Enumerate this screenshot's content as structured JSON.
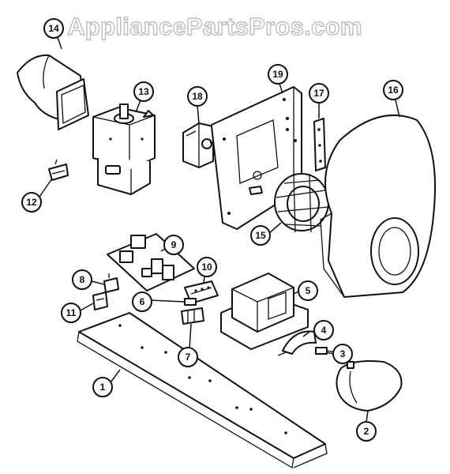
{
  "watermark": "AppliancePartsPros.com",
  "callouts": [
    {
      "id": "c1",
      "label": "1"
    },
    {
      "id": "c2",
      "label": "2"
    },
    {
      "id": "c3",
      "label": "3"
    },
    {
      "id": "c4",
      "label": "4"
    },
    {
      "id": "c5",
      "label": "5"
    },
    {
      "id": "c6",
      "label": "6"
    },
    {
      "id": "c7",
      "label": "7"
    },
    {
      "id": "c8",
      "label": "8"
    },
    {
      "id": "c9",
      "label": "9"
    },
    {
      "id": "c10",
      "label": "10"
    },
    {
      "id": "c11",
      "label": "11"
    },
    {
      "id": "c12",
      "label": "12"
    },
    {
      "id": "c13",
      "label": "13"
    },
    {
      "id": "c14",
      "label": "14"
    },
    {
      "id": "c15",
      "label": "15"
    },
    {
      "id": "c16",
      "label": "16"
    },
    {
      "id": "c17",
      "label": "17"
    },
    {
      "id": "c18",
      "label": "18"
    },
    {
      "id": "c19",
      "label": "19"
    }
  ]
}
